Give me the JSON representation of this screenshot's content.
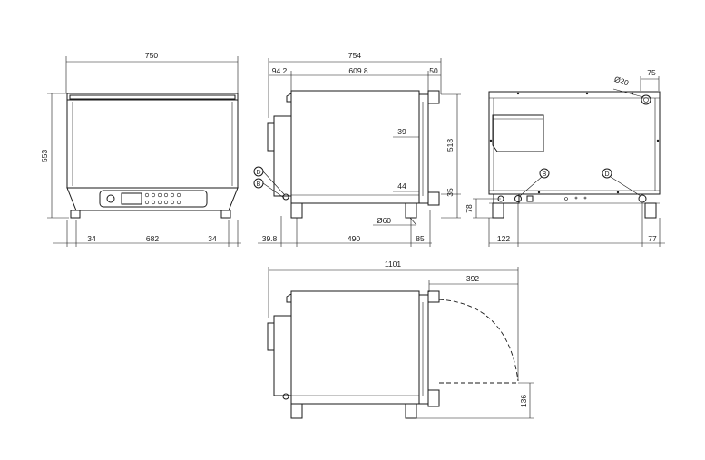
{
  "front_view": {
    "width": "750",
    "height": "553",
    "side_left": "34",
    "inner_width": "682",
    "side_right": "34"
  },
  "side_view": {
    "total_depth": "754",
    "handle_left": "94.2",
    "body_depth": "609.8",
    "door_depth": "50",
    "height_518": "518",
    "gap_39": "39",
    "gap_44": "44",
    "foot_35": "35",
    "foot_dia": "Ø60",
    "rear_offset": "39.8",
    "foot_span": "490",
    "front_offset": "85",
    "callout_d": "D",
    "callout_b": "B"
  },
  "rear_view": {
    "top_right": "75",
    "hole_dia": "Ø20",
    "height_78": "78",
    "left_122": "122",
    "right_77": "77",
    "callout_b": "B",
    "callout_d": "D"
  },
  "door_open_view": {
    "total": "1101",
    "door_swing": "392",
    "height_136": "136"
  }
}
